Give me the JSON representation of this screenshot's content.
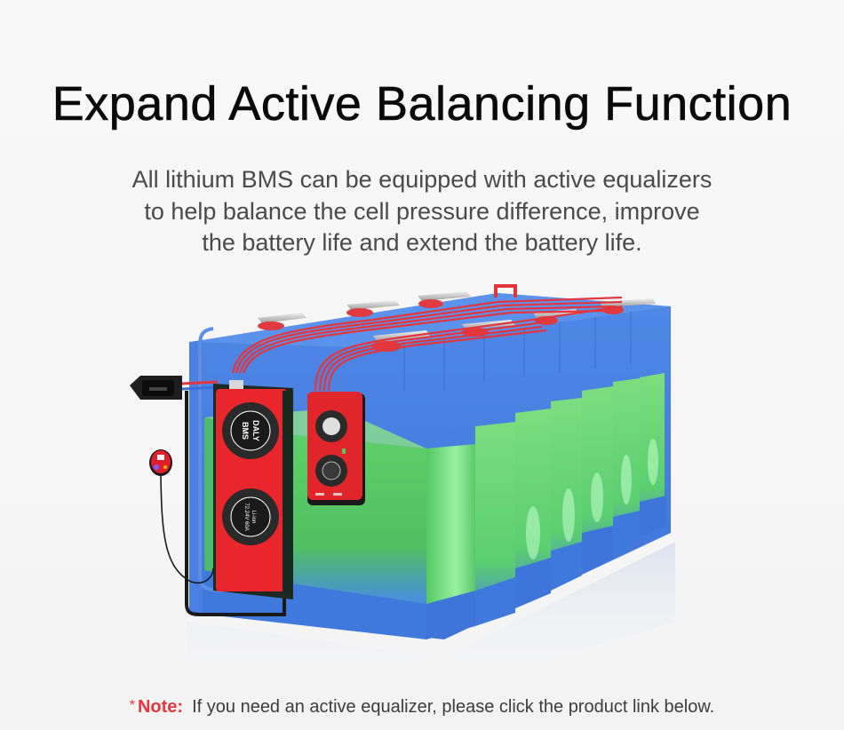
{
  "header": {
    "title": "Expand Active Balancing Function",
    "description_lines": [
      "All lithium BMS can be equipped with active equalizers",
      "to help balance the cell pressure difference, improve",
      "the battery life and extend the battery life."
    ]
  },
  "illustration": {
    "subject": "lithium battery pack with BMS and active equalizer",
    "cell_count_front_row": 8,
    "bms_board": {
      "brand": "DALY",
      "label": "BMS",
      "spec_lines": [
        "Li-ion",
        "72.24V 60A"
      ],
      "color": "#e8262b"
    },
    "equalizer": {
      "color": "#e0262b"
    },
    "colors": {
      "cell_shell": "#4a7fe0",
      "cell_inner": "#5fd46a",
      "wires": "#e5373c",
      "terminals": "#d9d9d9"
    },
    "icons": [
      "power-inlet-icon",
      "display-switch-icon"
    ]
  },
  "note": {
    "star": "*",
    "label": "Note:",
    "text": "If you need an active equalizer, please click the product link below.",
    "accent_color": "#e8343c"
  }
}
